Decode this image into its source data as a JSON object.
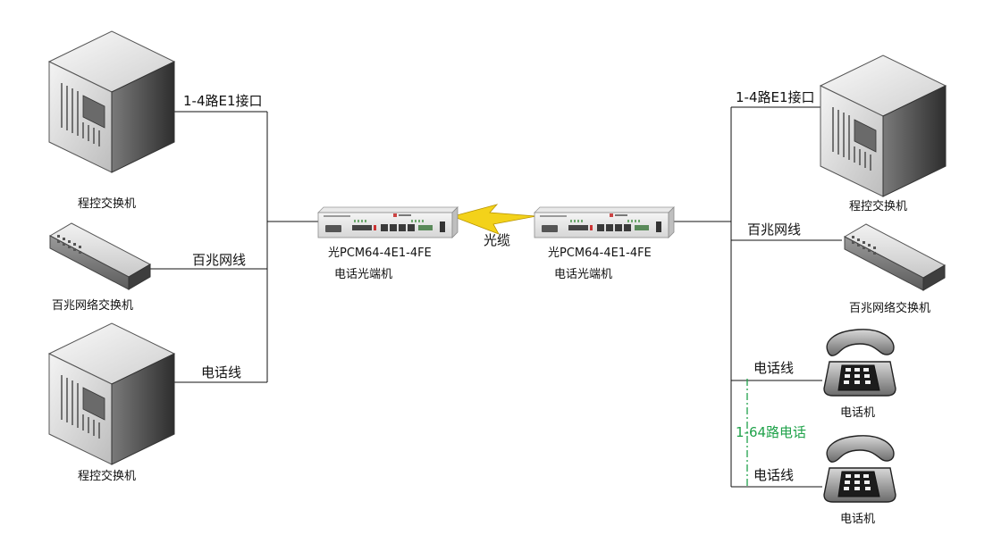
{
  "left": {
    "pbx_top_label": "程控交换机",
    "pbx_bottom_label": "程控交换机",
    "switch_label": "百兆网络交换机",
    "e1_link_label": "1-4路E1接口",
    "net_link_label": "百兆网线",
    "phone_link_label": "电话线"
  },
  "center": {
    "device_left_model": "光PCM64-4E1-4FE",
    "device_left_desc": "电话光端机",
    "device_right_model": "光PCM64-4E1-4FE",
    "device_right_desc": "电话光端机",
    "fiber_label": "光缆"
  },
  "right": {
    "pbx_label": "程控交换机",
    "switch_label": "百兆网络交换机",
    "phone_top_label": "电话机",
    "phone_bottom_label": "电话机",
    "e1_link_label": "1-4路E1接口",
    "net_link_label": "百兆网线",
    "phone_link_top_label": "电话线",
    "phone_link_bottom_label": "电话线",
    "phone_range_label": "1-64路电话"
  },
  "colors": {
    "line": "#111111",
    "accent_green": "#1fa24a",
    "lightning": "#f3d21a"
  }
}
